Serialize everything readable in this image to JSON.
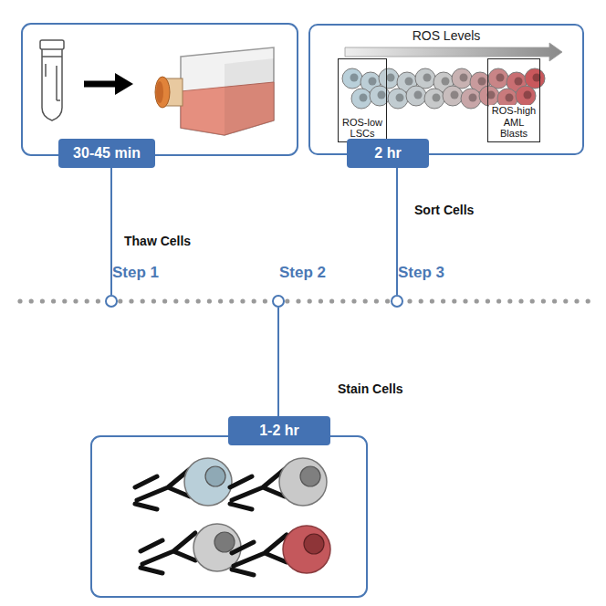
{
  "diagram": {
    "nodes": [
      {
        "text": [
          "30-45 min"
        ]
      },
      {
        "text": [
          "ROS Levels"
        ]
      },
      {
        "text": [
          "ROS-low LSCs"
        ],
        "in": 1
      },
      {
        "text": [
          "ROS-high AML Blasts"
        ],
        "in": 1
      },
      {
        "text": [
          "2 hr"
        ]
      },
      {
        "text": [
          "Step 1"
        ]
      },
      {
        "text": [
          "Step 2"
        ]
      },
      {
        "text": [
          "Step 3"
        ]
      },
      {
        "text": [
          "1-2 hr"
        ]
      }
    ],
    "edges": [
      {
        "from": 5,
        "to": 0,
        "label": "Thaw Cells",
        "arrow": "none"
      },
      {
        "from": 6,
        "to": 8,
        "label": "Stain Cells",
        "arrow": "none"
      },
      {
        "from": 7,
        "to": 4,
        "label": "Sort Cells",
        "arrow": "none"
      }
    ]
  }
}
